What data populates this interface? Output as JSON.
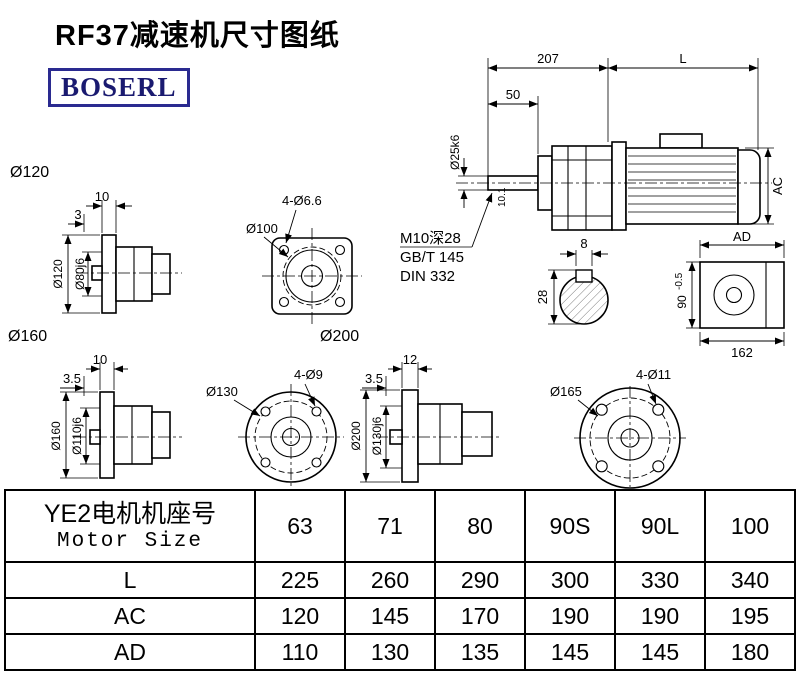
{
  "page": {
    "title": "RF37减速机尺寸图纸",
    "logo": "BOSERL"
  },
  "colors": {
    "logo_border": "#2a2a90",
    "logo_text": "#1a1a70",
    "ink": "#000000"
  },
  "drawing": {
    "main": {
      "dim207": "207",
      "dimL": "L",
      "dim50": "50",
      "shaft_dia": "Ø25k6",
      "ac": "AC",
      "key_note": "10.1",
      "note_tap": "M10深28",
      "note_std1": "GB/T 145",
      "note_std2": "DIN 332"
    },
    "key_section": {
      "key_width": "8",
      "height_over_key": "28"
    },
    "top_view": {
      "ad": "AD",
      "height": "90",
      "height_tol": "-0.5",
      "width": "162"
    },
    "f120_side": {
      "label": "Ø120",
      "dim10": "10",
      "dim3": "3",
      "outer": "Ø120",
      "spigot": "Ø80j6"
    },
    "f120_front": {
      "bolt_circle": "Ø100",
      "holes": "4-Ø6.6"
    },
    "f160_side": {
      "label": "Ø160",
      "dim10": "10",
      "dim35": "3.5",
      "outer": "Ø160",
      "spigot": "Ø110j6"
    },
    "f160_front": {
      "bolt_circle": "Ø130",
      "holes": "4-Ø9"
    },
    "f200_side": {
      "label": "Ø200",
      "dim12": "12",
      "dim35": "3.5",
      "outer": "Ø200",
      "spigot": "Ø130j6"
    },
    "f200_front": {
      "bolt_circle": "Ø165",
      "holes": "4-Ø11"
    }
  },
  "table": {
    "header": {
      "line1": "YE2电机机座号",
      "line2": "Motor Size"
    },
    "sizes": [
      "63",
      "71",
      "80",
      "90S",
      "90L",
      "100"
    ],
    "rows": [
      {
        "label": "L",
        "values": [
          "225",
          "260",
          "290",
          "300",
          "330",
          "340"
        ]
      },
      {
        "label": "AC",
        "values": [
          "120",
          "145",
          "170",
          "190",
          "190",
          "195"
        ]
      },
      {
        "label": "AD",
        "values": [
          "110",
          "130",
          "135",
          "145",
          "145",
          "180"
        ]
      }
    ]
  }
}
